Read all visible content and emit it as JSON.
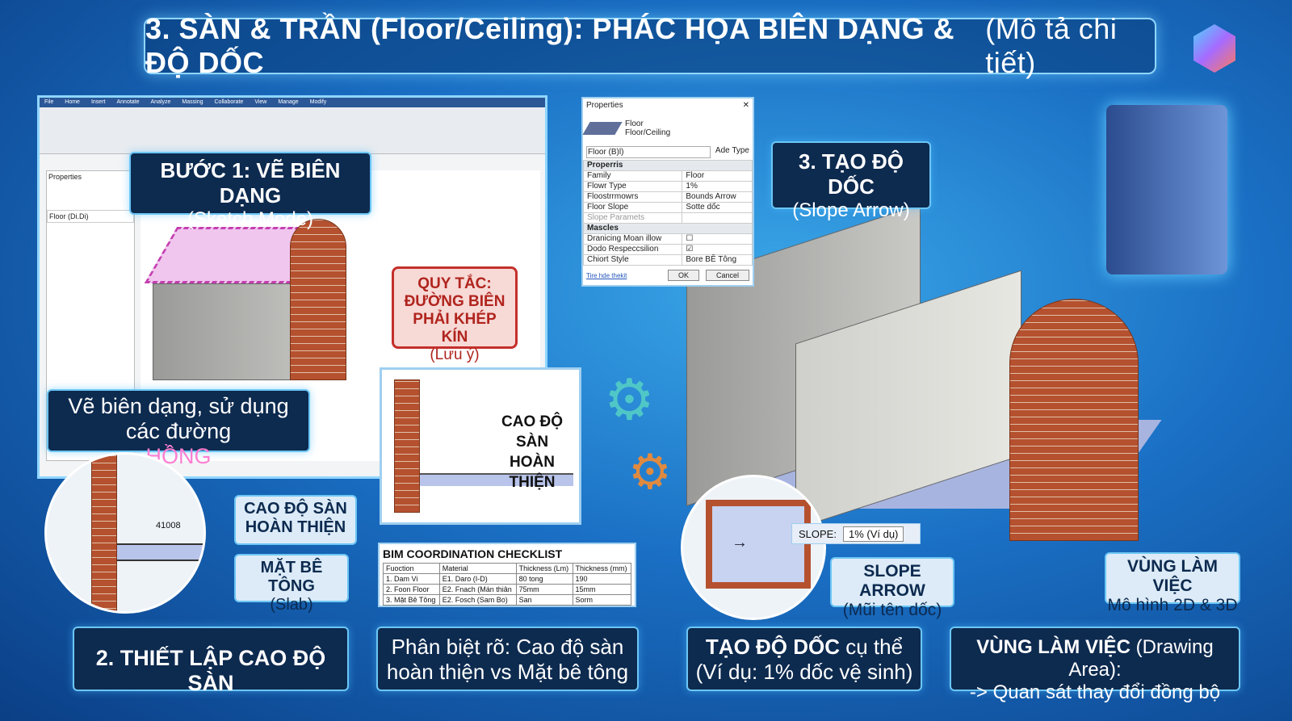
{
  "title": {
    "main": "3. SÀN & TRẦN (Floor/Ceiling): PHÁC HỌA BIÊN DẠNG & ĐỘ DỐC",
    "sub": "(Mô tả chi tiết)"
  },
  "step1": {
    "title": "BƯỚC 1: VẼ BIÊN DẠNG",
    "sub": "(Sketch Mode)"
  },
  "rule": {
    "l1": "QUY TẮC:",
    "l2": "ĐƯỜNG BIÊN",
    "l3": "PHẢI KHÉP KÍN",
    "l4": "(Lưu ý)"
  },
  "sketch_note": {
    "text": "Vẽ biên dạng, sử dụng các đường",
    "highlight": "HỒNG"
  },
  "revit": {
    "menu": [
      "File",
      "Home",
      "Insert",
      "Annotate",
      "Analyze",
      "Massing",
      "Collaborate",
      "View",
      "Manage",
      "Modify"
    ],
    "props_label": "Properties",
    "type": "Floor (Di.Di)"
  },
  "properties": {
    "header": "Properties",
    "family_name": "Floor",
    "family_type": "Floor/Ceiling",
    "type_selector": "Floor (B)l)",
    "edit_type": "Ade Type",
    "sections": [
      {
        "name": "Properris",
        "rows": [
          [
            "Family",
            "Floor"
          ],
          [
            "Flowr Type",
            "1%"
          ],
          [
            "Floostrrmowrs",
            "Bounds Arrow"
          ],
          [
            "Floor Slope",
            "Sotte dốc"
          ],
          [
            "Slope Paramets",
            ""
          ]
        ]
      },
      {
        "name": "Mascles",
        "rows": [
          [
            "Dranicing Moan illow",
            "unchecked"
          ],
          [
            "Dodo Respeccsilion",
            "checked"
          ],
          [
            "Chiort Style",
            "Bore BÊ Tông"
          ]
        ]
      }
    ],
    "link": "Tire hde thekit",
    "ok": "OK",
    "cancel": "Cancel"
  },
  "step3": {
    "title": "3. TẠO ĐỘ DỐC",
    "sub": "(Slope Arrow)"
  },
  "detail": {
    "label1": "CAO ĐỘ SÀN",
    "label2": "HOÀN THIỆN"
  },
  "circle_dim": "41008",
  "level_callout": {
    "l1": "CAO ĐỘ SÀN",
    "l2": "HOÀN THIỆN"
  },
  "slab_callout": {
    "title": "MẶT BÊ TÔNG",
    "sub": "(Slab)"
  },
  "checklist": {
    "title": "BIM COORDINATION CHECKLIST",
    "headers": [
      "Fuoction",
      "Material",
      "Thickness (Lm)",
      "Thickness (mm)"
    ],
    "rows": [
      [
        "1. Dam Vi",
        "E1. Daro (I-D)",
        "80 tong",
        "190"
      ],
      [
        "2. Foon Floor",
        "E2. Fnach (Mán thiân",
        "75mm",
        "15mm"
      ],
      [
        "3. Mặt Bê Tông",
        "E2. Fosch (Sam Bo)",
        "San",
        "Sorm"
      ]
    ]
  },
  "slope": {
    "label": "SLOPE:",
    "value": "1% (Ví dụ)"
  },
  "slope_arrow": {
    "title": "SLOPE ARROW",
    "sub": "(Mũi tên dốc)"
  },
  "work_area": {
    "title": "VÙNG LÀM VIỆC",
    "sub": "Mô hình 2D & 3D"
  },
  "bottom": {
    "b1": "2. THIẾT LẬP CAO ĐỘ SÀN",
    "b2a": "Phân biệt rõ: Cao độ sàn",
    "b2b": "hoàn thiện vs Mặt bê tông",
    "b3a": "TẠO ĐỘ DỐC",
    "b3a2": "cụ thể",
    "b3b": "(Ví dụ: 1% dốc vệ sinh)",
    "b4a": "VÙNG LÀM VIỆC",
    "b4a2": "(Drawing Area):",
    "b4b": "-> Quan sát thay đổi đồng bộ"
  },
  "colors": {
    "accent": "#6cc6f5",
    "rule": "#c4302b",
    "pink": "#ff7fd2",
    "navy": "#0d2a4f"
  }
}
